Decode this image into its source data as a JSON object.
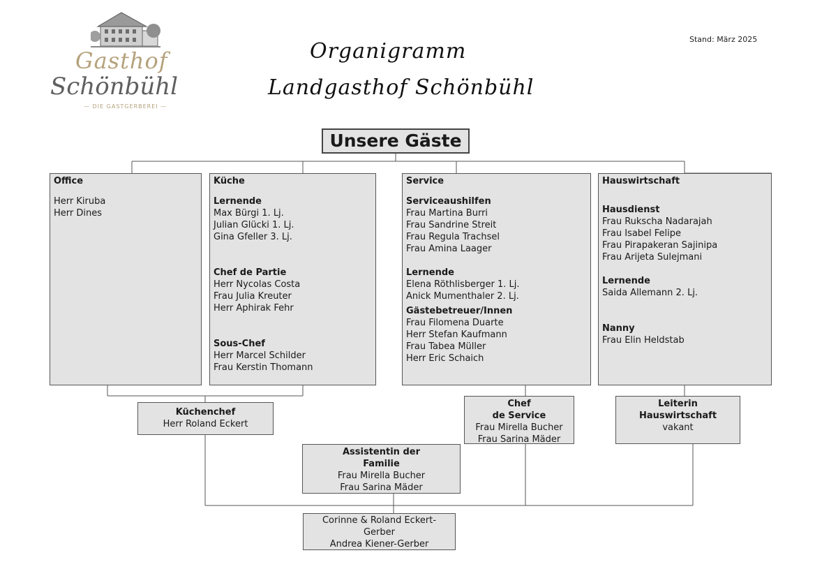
{
  "logo": {
    "line1": "Gasthof",
    "line2": "Schönbühl",
    "sub": "— DIE GASTGERBEREI —",
    "icon": "inn-building-icon"
  },
  "title": {
    "line1": "Organigramm",
    "line2": "Landgasthof Schönbühl"
  },
  "stand": "Stand: März 2025",
  "guests": "Unsere Gäste",
  "office": {
    "header": "Office",
    "members": [
      "Herr Kiruba",
      "Herr Dines"
    ]
  },
  "kueche": {
    "header": "Küche",
    "lernende": {
      "title": "Lernende",
      "members": [
        "Max Bürgi 1. Lj.",
        "Julian Glücki 1. Lj.",
        "Gina Gfeller 3. Lj."
      ]
    },
    "chef_de_partie": {
      "title": "Chef de Partie",
      "members": [
        "Herr Nycolas Costa",
        "Frau Julia Kreuter",
        "Herr Aphirak Fehr"
      ]
    },
    "sous_chef": {
      "title": "Sous-Chef",
      "members": [
        "Herr Marcel Schilder",
        "Frau Kerstin Thomann"
      ]
    }
  },
  "service": {
    "header": "Service",
    "aushilfen": {
      "title": "Serviceaushilfen",
      "members": [
        "Frau Martina Burri",
        "Frau Sandrine Streit",
        "Frau Regula Trachsel",
        "Frau Amina Laager"
      ]
    },
    "lernende": {
      "title": "Lernende",
      "members": [
        "Elena Röthlisberger 1. Lj.",
        "Anick Mumenthaler 2. Lj."
      ]
    },
    "gaestebetreuer": {
      "title": "Gästebetreuer/Innen",
      "members": [
        "Frau Filomena Duarte",
        "Herr Stefan Kaufmann",
        "Frau Tabea Müller",
        "Herr Eric Schaich"
      ]
    }
  },
  "hauswirtschaft": {
    "header": "Hauswirtschaft",
    "hausdienst": {
      "title": "Hausdienst",
      "members": [
        "Frau Rukscha Nadarajah",
        "Frau Isabel Felipe",
        "Frau Pirapakeran Sajinipa",
        "Frau Arijeta Sulejmani"
      ]
    },
    "lernende": {
      "title": "Lernende",
      "members": [
        "Saida Allemann 2. Lj."
      ]
    },
    "nanny": {
      "title": "Nanny",
      "members": [
        "Frau Elin Heldstab"
      ]
    }
  },
  "kuechenchef": {
    "title": "Küchenchef",
    "name": "Herr Roland Eckert"
  },
  "chef_service": {
    "title1": "Chef",
    "title2": "de Service",
    "names": [
      "Frau Mirella Bucher",
      "Frau Sarina Mäder"
    ]
  },
  "leiterin_hw": {
    "title1": "Leiterin",
    "title2": "Hauswirtschaft",
    "name": "vakant"
  },
  "assistentin": {
    "title1": "Assistentin der",
    "title2": "Familie",
    "names": [
      "Frau Mirella Bucher",
      "Frau Sarina Mäder"
    ]
  },
  "owners": {
    "lines": [
      "Corinne & Roland Eckert-",
      "Gerber",
      "Andrea Kiener-Gerber"
    ]
  }
}
